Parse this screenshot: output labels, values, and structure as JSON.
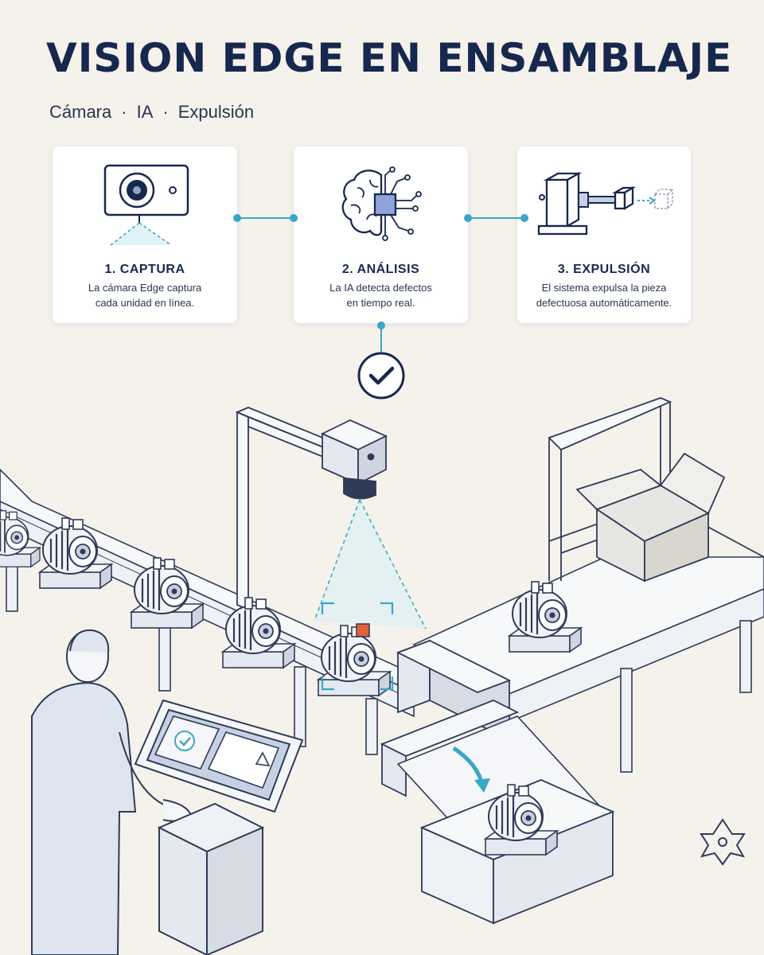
{
  "title": "VISION EDGE EN ENSAMBLAJE",
  "subtitle": {
    "items": [
      "Cámara",
      "IA",
      "Expulsión"
    ],
    "separator": "·"
  },
  "steps": [
    {
      "title": "1. CAPTURA",
      "desc_line1": "La cámara Edge captura",
      "desc_line2": "cada unidad en línea.",
      "icon": "camera-icon"
    },
    {
      "title": "2. ANÁLISIS",
      "desc_line1": "La IA detecta defectos",
      "desc_line2": "en tiempo real.",
      "icon": "ai-brain-chip-icon"
    },
    {
      "title": "3. EXPULSIÓN",
      "desc_line1": "El sistema expulsa la pieza",
      "desc_line2": "defectuosa automáticamente.",
      "icon": "ejector-icon"
    }
  ],
  "icons": {
    "check": "check-circle-icon",
    "logo": "logo-icon",
    "warning": "warning-icon"
  },
  "colors": {
    "navy": "#17284f",
    "accent": "#3aa6c4",
    "defect": "#e0603a",
    "background": "#f5f2ec"
  }
}
